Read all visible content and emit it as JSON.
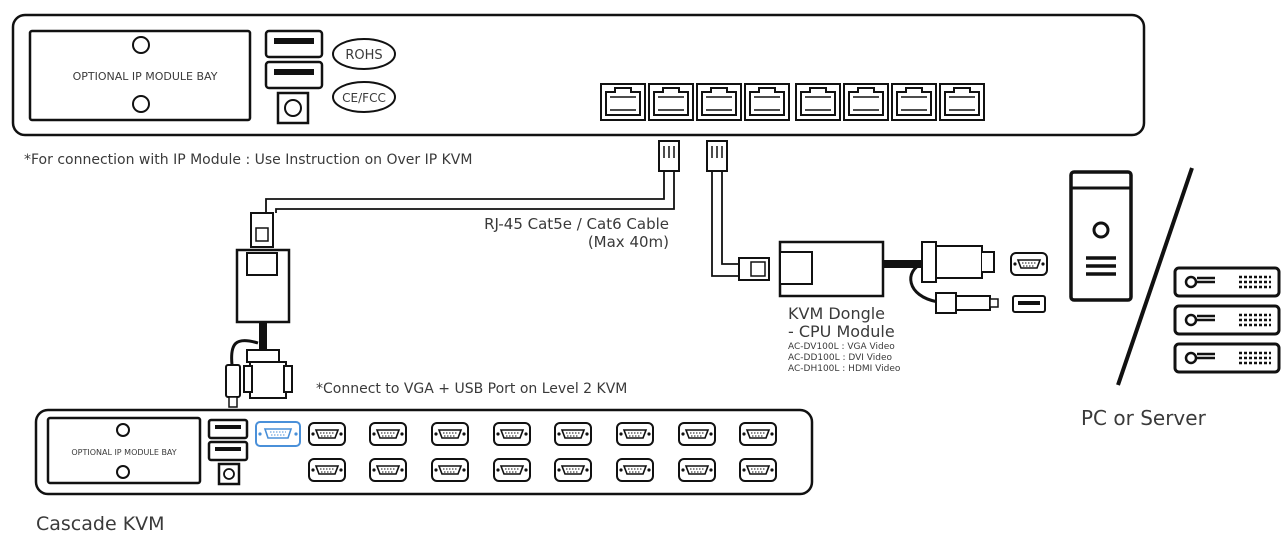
{
  "top_kvm": {
    "module_bay_label": "OPTIONAL IP MODULE BAY",
    "rohs_label": "ROHS",
    "cefcc_label": "CE/FCC"
  },
  "ip_module_note": "*For connection with IP Module : Use Instruction on Over IP KVM",
  "cable_label_line1": "RJ-45 Cat5e / Cat6 Cable",
  "cable_label_line2": "(Max 40m)",
  "dongle": {
    "title_line1": "KVM Dongle",
    "title_line2": "- CPU Module",
    "models": [
      "AC-DV100L : VGA Video",
      "AC-DD100L : DVI Video",
      "AC-DH100L : HDMI Video"
    ]
  },
  "cascade_note": "*Connect to VGA + USB Port on Level 2 KVM",
  "cascade_kvm": {
    "module_bay_label": "OPTIONAL IP MODULE BAY",
    "title": "Cascade KVM"
  },
  "pc_server_label": "PC or Server",
  "colors": {
    "line": "#111111",
    "highlight": "#4a90d9",
    "text": "#3a3a3a"
  }
}
